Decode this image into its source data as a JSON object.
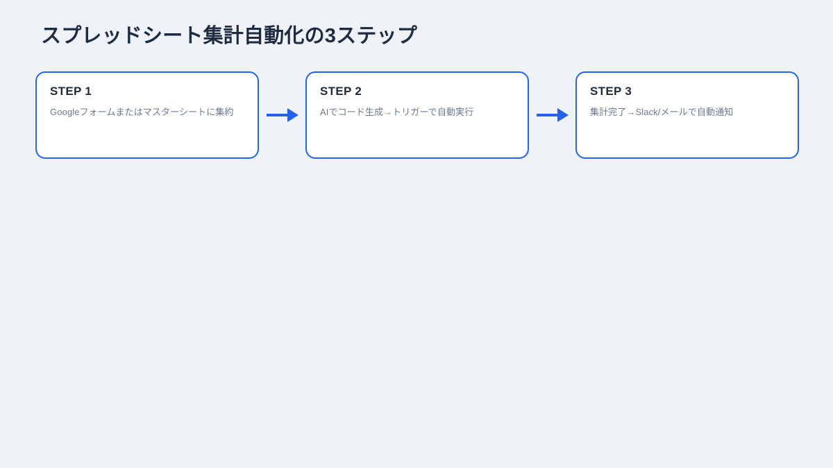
{
  "page": {
    "background_color": "#eff3f8",
    "title": "スプレッドシート集計自動化の3ステップ",
    "title_color": "#1e2b40"
  },
  "theme": {
    "accent_color": "#2563eb",
    "card_background": "#ffffff",
    "heading_color": "#1e293b",
    "body_text_color": "#6b7a90"
  },
  "steps": [
    {
      "heading": "STEP 1",
      "description": "Googleフォームまたはマスターシートに集約"
    },
    {
      "heading": "STEP 2",
      "description": "AIでコード生成→トリガーで自動実行"
    },
    {
      "heading": "STEP 3",
      "description": "集計完了→Slack/メールで自動通知"
    }
  ],
  "connectors": [
    {
      "icon": "arrow-right-icon",
      "color": "#2563eb"
    },
    {
      "icon": "arrow-right-icon",
      "color": "#2563eb"
    }
  ]
}
